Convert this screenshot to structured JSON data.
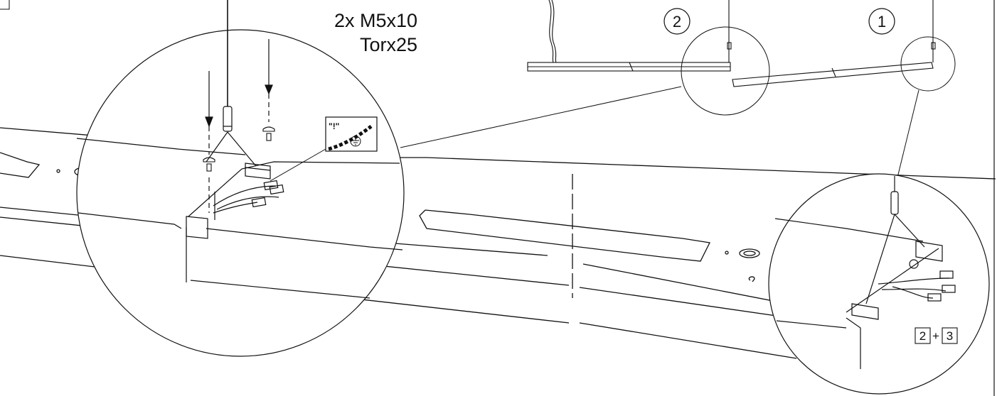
{
  "screw_spec": {
    "quantity_size": "2x M5x10",
    "drive": "Torx25"
  },
  "step_markers": [
    "2",
    "1"
  ],
  "wire_warning": "\"!\"",
  "connector_refs": {
    "left": "2",
    "plus": "+",
    "right": "3"
  },
  "colors": {
    "line": "#111111",
    "paper": "#ffffff"
  },
  "icons": [
    "ground-icon",
    "screw-icon",
    "connector-icon",
    "cable-hanger-icon"
  ]
}
